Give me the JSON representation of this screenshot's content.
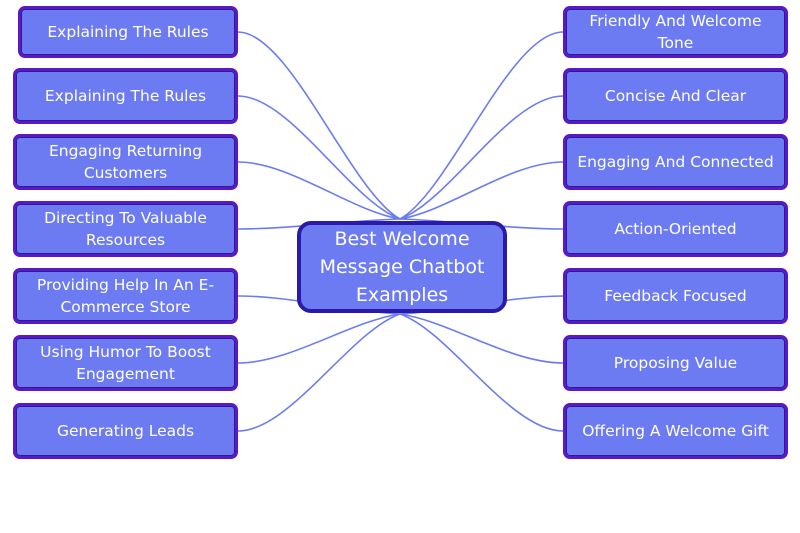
{
  "diagram": {
    "title": "Best Welcome Message Chatbot Examples",
    "colors": {
      "node_fill": "#6c7bf1",
      "node_border": "#5a19c9",
      "center_border": "#2b1aa8",
      "connector": "#6b7cf2"
    },
    "left_nodes": [
      "Explaining The Rules",
      "Explaining The Rules",
      "Engaging Returning Customers",
      "Directing To Valuable Resources",
      "Providing Help In An E-Commerce Store",
      "Using Humor To Boost Engagement",
      "Generating Leads"
    ],
    "right_nodes": [
      "Friendly And Welcome Tone",
      "Concise And Clear",
      "Engaging And Connected",
      "Action-Oriented",
      "Feedback Focused",
      "Proposing Value",
      "Offering A Welcome Gift"
    ]
  }
}
